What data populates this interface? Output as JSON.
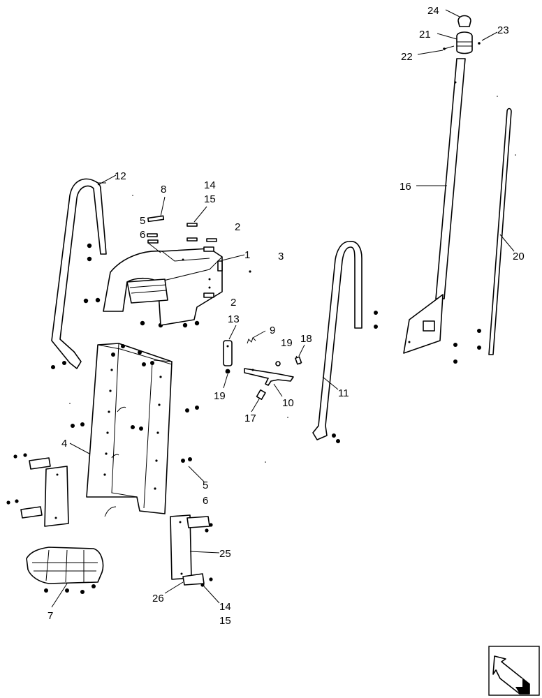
{
  "labels": {
    "p1": "1",
    "p2a": "2",
    "p2b": "2",
    "p3": "3",
    "p4": "4",
    "p5a": "5",
    "p5b": "5",
    "p6a": "6",
    "p6b": "6",
    "p7": "7",
    "p8": "8",
    "p9": "9",
    "p10": "10",
    "p11": "11",
    "p12": "12",
    "p13": "13",
    "p14a": "14",
    "p14b": "14",
    "p15a": "15",
    "p15b": "15",
    "p16": "16",
    "p17": "17",
    "p18": "18",
    "p19a": "19",
    "p19b": "19",
    "p20": "20",
    "p21": "21",
    "p22": "22",
    "p23": "23",
    "p24": "24",
    "p25": "25",
    "p26": "26"
  },
  "nav_icon": "next-page-arrow-icon"
}
